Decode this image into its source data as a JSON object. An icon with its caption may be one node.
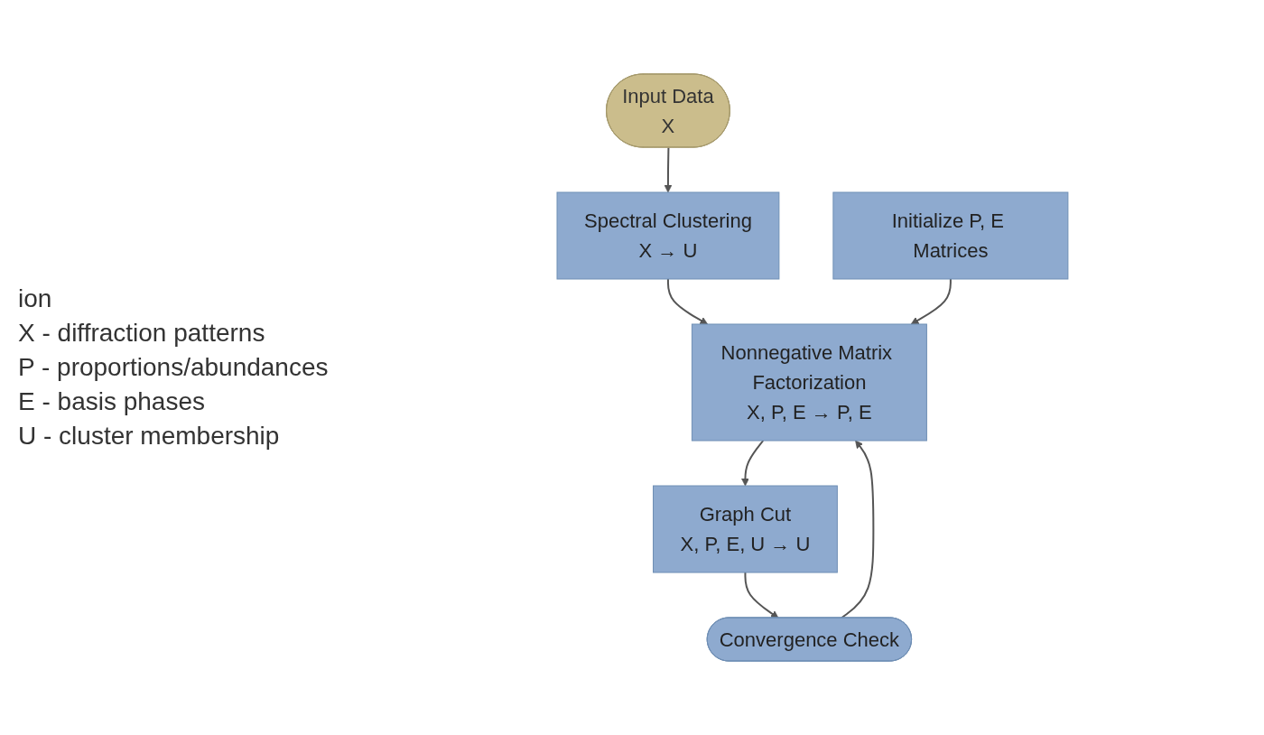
{
  "diagram": {
    "nodes": [
      {
        "text": [
          "Input Data",
          "X"
        ]
      },
      {
        "text": [
          "Spectral Clustering",
          "X → U"
        ]
      },
      {
        "text": [
          "Initialize P, E Matrices"
        ]
      },
      {
        "text": [
          "Nonnegative Matrix Factorization",
          "X, P, E → P, E"
        ]
      },
      {
        "text": [
          "Convergence Check"
        ]
      },
      {
        "text": [
          "Graph Cut",
          "X, P, E, U → U"
        ]
      }
    ],
    "edges": [
      {
        "from": 0,
        "to": 1,
        "arrow": "to"
      },
      {
        "from": 1,
        "to": 3,
        "arrow": "to"
      },
      {
        "from": 2,
        "to": 3,
        "arrow": "to"
      },
      {
        "from": 3,
        "to": 5,
        "arrow": "to"
      },
      {
        "from": 5,
        "to": 4,
        "arrow": "to"
      },
      {
        "from": 4,
        "to": 3,
        "arrow": "to"
      }
    ],
    "labels": [
      "ion",
      "X - diffraction patterns",
      "P - proportions/abundances",
      "E - basis phases",
      "U - cluster membership"
    ]
  }
}
